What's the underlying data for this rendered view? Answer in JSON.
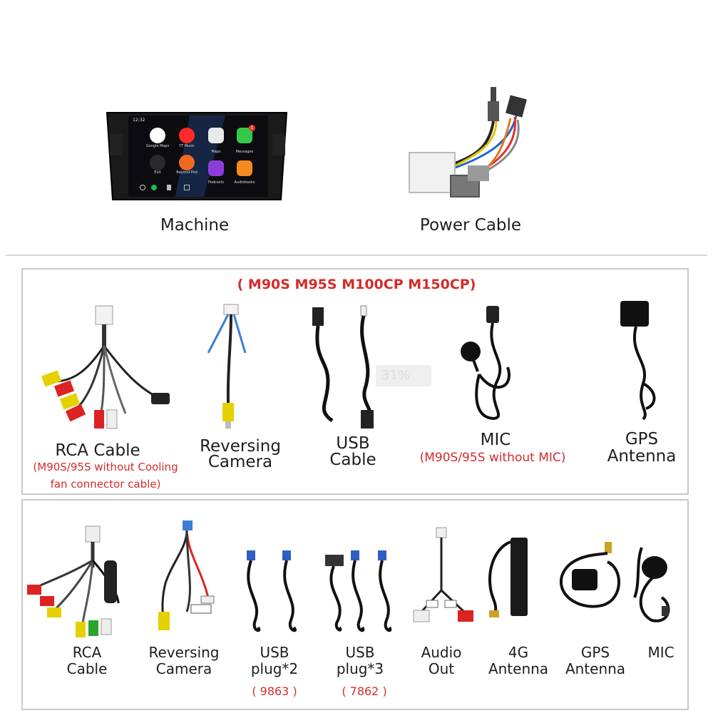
{
  "top": {
    "machine_label": "Machine",
    "power_cable_label": "Power Cable",
    "screen": {
      "time": "12:32",
      "apps": [
        {
          "label": "Google Maps",
          "color": "#ffffff"
        },
        {
          "label": "YT Music",
          "color": "#ff2b2b"
        },
        {
          "label": "Maps",
          "color": "#e9e9e9"
        },
        {
          "label": "Messages",
          "color": "#35c94a"
        },
        {
          "label": "Exit",
          "color": "#2a2a2a"
        },
        {
          "label": "Beyond Pod",
          "color": "#f06a1d"
        },
        {
          "label": "Podcasts",
          "color": "#8d3cdc"
        },
        {
          "label": "Audiobooks",
          "color": "#f58a1f"
        }
      ],
      "badge": "1"
    }
  },
  "panel1": {
    "header": "( M90S M95S M100CP M150CP)",
    "items": {
      "rca": {
        "line1": "RCA Cable",
        "note1": "(M90S/95S without Cooling",
        "note2": "fan connector cable)"
      },
      "reversing": {
        "line1": "Reversing",
        "line2": "Camera"
      },
      "usb": {
        "line1": "USB",
        "line2": "Cable"
      },
      "mic": {
        "line1": "MIC",
        "note": "(M90S/95S without MIC)"
      },
      "gps": {
        "line1": "GPS",
        "line2": "Antenna"
      }
    },
    "overlay_text": "31%"
  },
  "panel2": {
    "items": {
      "rca": {
        "line1": "RCA",
        "line2": "Cable"
      },
      "reversing": {
        "line1": "Reversing",
        "line2": "Camera"
      },
      "usb2": {
        "line1": "USB",
        "line2": "plug*2",
        "code": "( 9863 )"
      },
      "usb3": {
        "line1": "USB",
        "line2": "plug*3",
        "code": "( 7862 )"
      },
      "audio": {
        "line1": "Audio",
        "line2": "Out"
      },
      "antenna4g": {
        "line1": "4G",
        "line2": "Antenna"
      },
      "gps": {
        "line1": "GPS",
        "line2": "Antenna"
      },
      "mic": {
        "line1": "MIC"
      }
    }
  },
  "colors": {
    "accent_red": "#d52b2b",
    "panel_border": "#c9c9c9",
    "text": "#1e1e1e"
  }
}
